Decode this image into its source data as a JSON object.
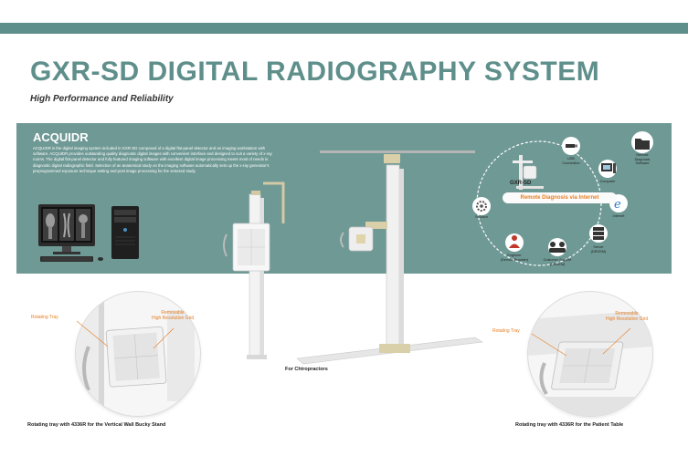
{
  "header": {
    "title": "GXR-SD DIGITAL RADIOGRAPHY  SYSTEM",
    "subtitle": "High Performance and Reliability"
  },
  "acquidr": {
    "title": "ACQUIDR",
    "description": "ACQUIDR is the digital imaging system included in GXR-SD composed of a digital flat-panel detector and an imaging workstation with software. ACQUIDR provides outstanding quality diagnostic digital images with convenient interface and designed to suit a variety of x-ray rooms. The digital flat-panel detector and fully featured imaging software with excellent digital image processing meets most of needs in diagnostic digital radiographic field. Selection of an anatomical study on the imaging software automatically sets up the x-ray generator's preprogrammed exposure technique setting and post image processing for the selected study."
  },
  "network": {
    "center_label": "GXR-SD",
    "banner": "Remote Diagnosis via Internet",
    "nodes": {
      "usb": "USB\nConnection",
      "remote": "Remote\nDiagnosis\nSoftware",
      "computer": "Computer",
      "internet": "Internet",
      "server": "Server\n(DRGEM)",
      "support": "Customer Support\n(DRGEM)",
      "engineer": "Engineer\n(Service Provider)",
      "solution": "Solution"
    }
  },
  "machine": {
    "caption": "For Chiropractors"
  },
  "details": {
    "left": {
      "rotating_tray": "Rotating Tray",
      "grid": "Removable\nHigh Resolution Grid",
      "caption": "Rotating tray with 4336R for the Vertical Wall Bucky Stand"
    },
    "right": {
      "rotating_tray": "Rotating Tray",
      "grid": "Removable\nHigh Resolution Grid",
      "caption": "Rotating tray with 4336R for the Patient Table"
    }
  },
  "colors": {
    "brand_teal": "#5f8f8b",
    "panel_teal": "#6f9995",
    "accent_orange": "#e67e22"
  }
}
